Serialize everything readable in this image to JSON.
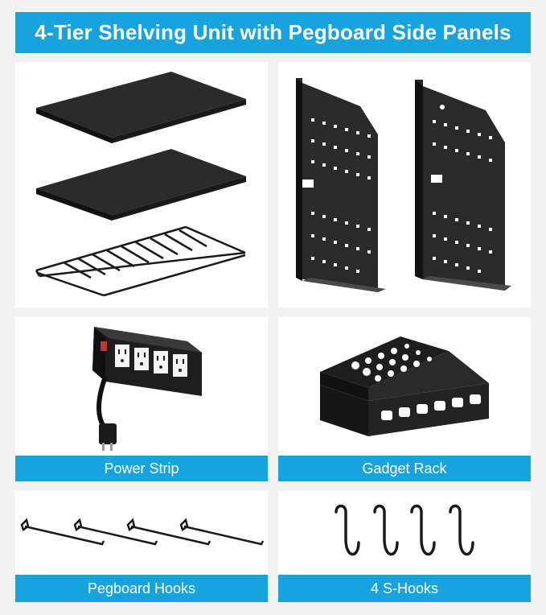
{
  "banner": {
    "title": "4-Tier Shelving Unit with Pegboard Side Panels"
  },
  "panels": {
    "shelves": {
      "icon": "shelf-icon"
    },
    "side_panels": {
      "icon": "pegboard-panel-icon"
    },
    "power_strip": {
      "caption": "Power Strip",
      "icon": "power-strip-icon"
    },
    "gadget_rack": {
      "caption": "Gadget Rack",
      "icon": "gadget-rack-icon"
    },
    "pegboard_hooks": {
      "caption": "Pegboard Hooks",
      "icon": "pegboard-hook-icon"
    },
    "s_hooks": {
      "caption": "4 S-Hooks",
      "icon": "s-hook-icon"
    }
  },
  "colors": {
    "accent": "#17a4de",
    "product": "#1f1f1f"
  }
}
